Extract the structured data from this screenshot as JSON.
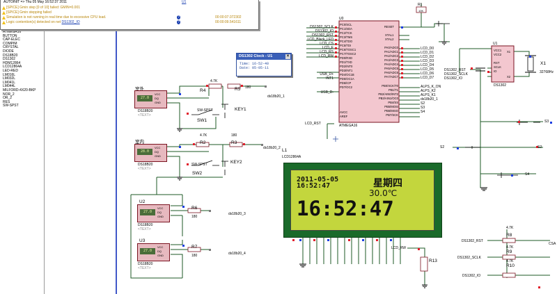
{
  "log": {
    "title": "AUTOINIT => Thu 05 May 16:52:37 2011",
    "title_link": "U1",
    "rows": [
      {
        "type": "warn",
        "text": "[SPICE] Gmin step [0 of 10] failed: GMIN=0.001",
        "time": ""
      },
      {
        "type": "warn",
        "text": "[SPICE] Gmin stepping failed",
        "time": ""
      },
      {
        "type": "warn",
        "text": "Simulation is not running in real time due to excessive CPU load.",
        "time": "00:00:07.072302"
      },
      {
        "type": "warn",
        "text": "Logic contention(s) detected on net",
        "link": "DS1302_IO",
        "time": "00:00:09.541611"
      }
    ]
  },
  "parts": [
    "ATMEGA16",
    "BUTTON",
    "CAP-ELEC",
    "COMPIM",
    "CRYSTAL",
    "DIODE",
    "DS18B20",
    "DS1302",
    "HDM12864",
    "LCD12864A",
    "LED-RED",
    "LM016L",
    "LM032L",
    "LM041L",
    "LM044L",
    "MILFORD-4X20-BKP",
    "NOR_2",
    "OR_2",
    "RES",
    "SW-SPST"
  ],
  "clock": {
    "title": "DS1302 Clock - U1",
    "time_label": "Time: 16-52-40",
    "date_label": "Date: 05-05-11"
  },
  "lcd": {
    "ref": "L1",
    "part": "LCD12864A",
    "line1": "2011-05-05",
    "weekday": "星期四",
    "line2": "16:52:47",
    "temp": "30.0℃",
    "big_time": "16:52:47"
  },
  "mcu": {
    "ref": "U0",
    "part": "ATMEGA16",
    "reset": "RESET",
    "xtal1": "XTAL1",
    "xtal2": "XTAL2",
    "left_pins": [
      "PC0/SCL",
      "PC1/SDA",
      "PC2/TCK",
      "PC3/TMS",
      "PC4/TDO",
      "PC5/TDI",
      "PC6/TOSC1",
      "PC7/TOSC2",
      "PD0/RXD",
      "PD1/TXD",
      "PD2/INT0",
      "PD3/INT1",
      "PD4/OC1B",
      "PD5/OC1A",
      "PD6/ICP",
      "PD7/OC2",
      "AVCC",
      "AREF"
    ],
    "right_pins": [
      "PA0/ADC0",
      "PA1/ADC1",
      "PA2/ADC2",
      "PA3/ADC3",
      "PA4/ADC4",
      "PA5/ADC5",
      "PA6/ADC6",
      "PA7/ADC7",
      "PB0/XCK/T0",
      "PB1/T1",
      "PB2/AIN0/INT2",
      "PB3/AIN1/OC0",
      "PB4/SS",
      "PB5/MOSI",
      "PB6/MISO",
      "PB7/SCK"
    ],
    "left_nets": [
      "DS1302_SCLK",
      "DS1302_IO",
      "DS1302_RST",
      "LCD_Black_LED",
      "LCD_CS",
      "LCD_E",
      "LCD_RS",
      "LCD_RW",
      "USB_D+",
      "INT1",
      "USB_D-"
    ],
    "right_nets": [
      "LCD_D0",
      "LCD_D1",
      "LCD_D2",
      "LCD_D3",
      "LCD_D4",
      "LCD_D5",
      "LCD_D6",
      "LCD_D7",
      "ALPS_K_ON",
      "ALPS_K2",
      "ALPS_K1",
      "ds18b20_1",
      "S2",
      "S3",
      "S4"
    ],
    "lcd_rst": "LCD_RST"
  },
  "rtc": {
    "ref": "U1",
    "part": "DS1302",
    "pins": [
      "VCC1",
      "VCC2",
      "RST",
      "SCLK",
      "IO",
      "X1",
      "X2"
    ],
    "nets": [
      "DS1302_RST",
      "DS1302_SCLK",
      "DS1302_IO"
    ],
    "crystal": "X1",
    "crystal_val": "32768Hz"
  },
  "sensors": [
    {
      "label": "室外",
      "ref": "",
      "part": "DS18B20",
      "value": "27.0"
    },
    {
      "label": "室内",
      "ref": "",
      "part": "DS18B20",
      "value": "28.0"
    },
    {
      "label": "U2",
      "ref": "U2",
      "part": "DS18B20",
      "value": "27.0"
    },
    {
      "label": "U3",
      "ref": "U3",
      "part": "DS18B20",
      "value": "27.0"
    }
  ],
  "resistors": [
    {
      "ref": "R4",
      "val": "4.7K"
    },
    {
      "ref": "R5",
      "val": "180"
    },
    {
      "ref": "R2",
      "val": "4.7K"
    },
    {
      "ref": "R3",
      "val": "180"
    },
    {
      "ref": "R6",
      "val": "180"
    },
    {
      "ref": "R7",
      "val": "180"
    },
    {
      "ref": "R1",
      "val": "10K"
    },
    {
      "ref": "R13",
      "val": ""
    },
    {
      "ref": "R8",
      "val": "4.7K"
    },
    {
      "ref": "R9",
      "val": "4.7K"
    },
    {
      "ref": "R10",
      "val": "4.7K"
    }
  ],
  "switches": [
    {
      "ref": "SW1",
      "part": "SW-SPST"
    },
    {
      "ref": "SW2",
      "part": "SW-SPST"
    },
    {
      "ref": "KEY1",
      "part": ""
    },
    {
      "ref": "KEY2",
      "part": ""
    }
  ],
  "nets": {
    "ds18b20_1": "ds18b20_1",
    "ds18b20_2": "ds18b20_2",
    "ds18b20_3": "ds18b20_3",
    "ds18b20_4": "ds18b20_4",
    "lcd_rw": "LCD_RW",
    "s2": "S2",
    "s3": "S3",
    "s4": "S4",
    "csa": "CSA"
  },
  "pin_labels": {
    "vcc": "VCC",
    "dq": "DQ",
    "gnd": "GND",
    "text": "<TEXT>"
  },
  "colors": {
    "wire": "#1c5a25",
    "component": "#7a1320",
    "body": "#f3c7cf",
    "pin_red": "#e11d2a",
    "pin_blue": "#1d3ee1",
    "lcd": "#c3d63d",
    "accent": "#4057c8"
  }
}
